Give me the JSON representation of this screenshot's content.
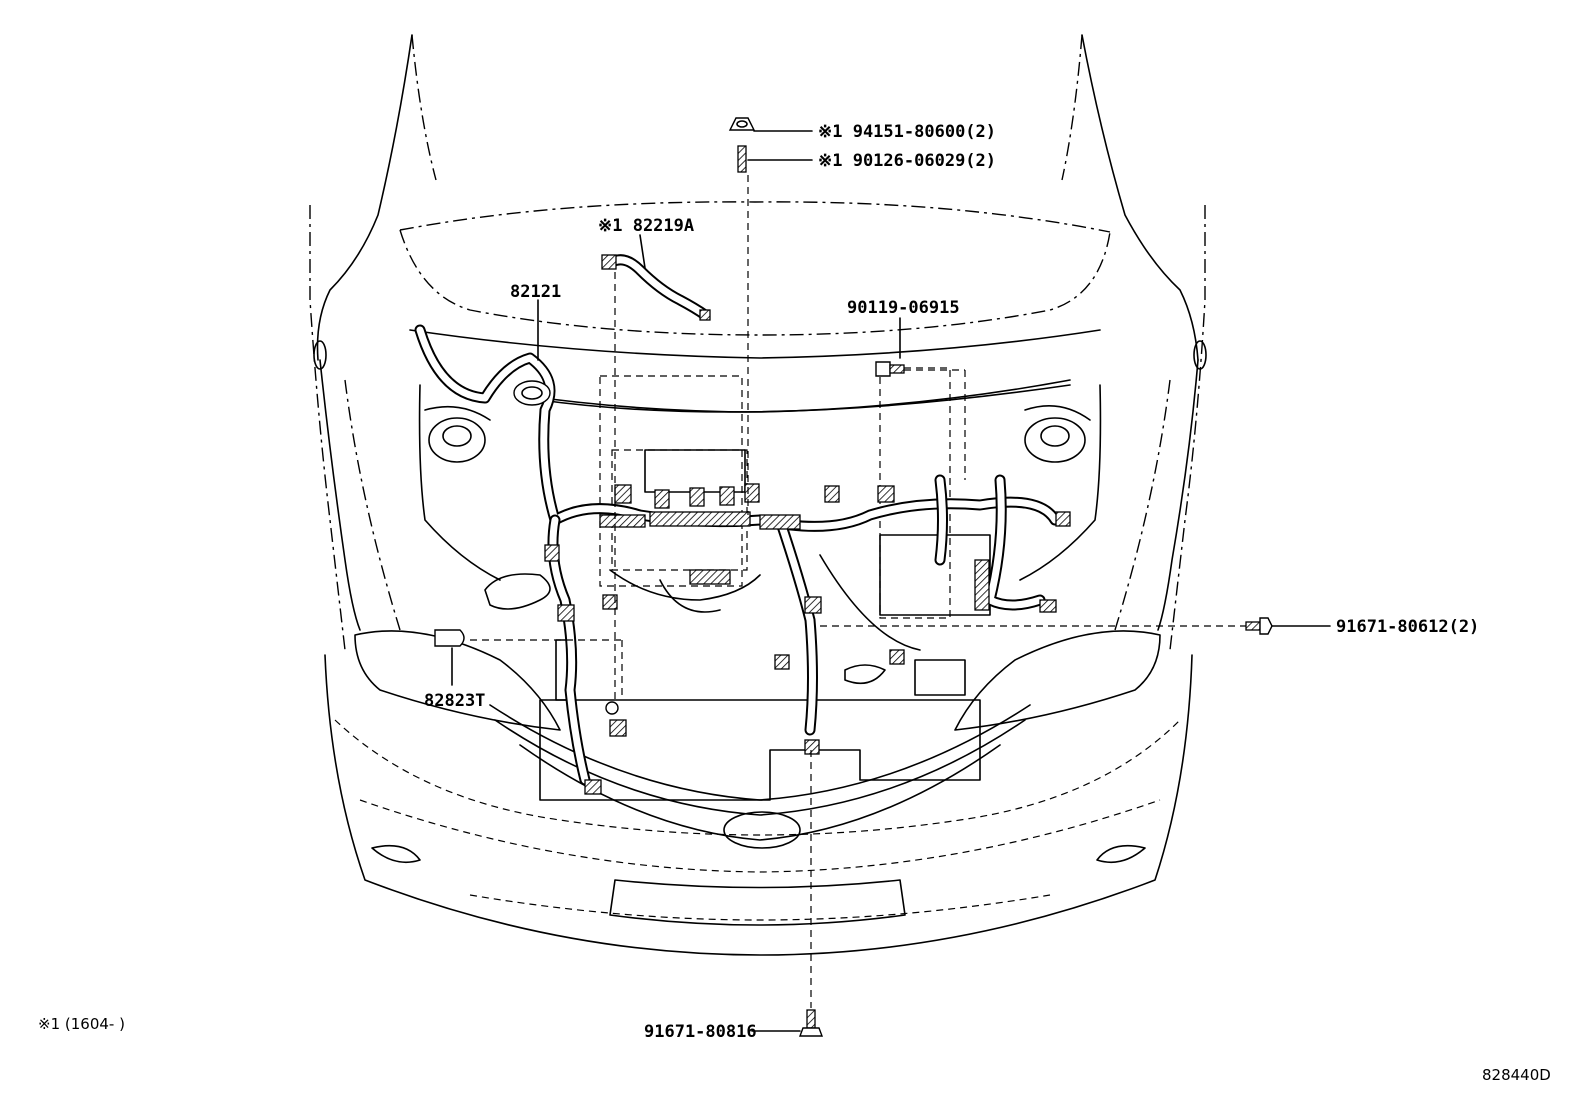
{
  "diagram": {
    "labels": {
      "nut_94151": "※1 94151-80600(2)",
      "stud_90126": "※1 90126-06029(2)",
      "harness_82219A": "※1 82219A",
      "harness_82121": "82121",
      "bolt_90119": "90119-06915",
      "clamp_91671_80612": "91671-80612(2)",
      "clip_82823T": "82823T",
      "bolt_91671_80816": "91671-80816",
      "footnote": "※1 (1604-      )",
      "diagram_id": "828440D"
    }
  }
}
